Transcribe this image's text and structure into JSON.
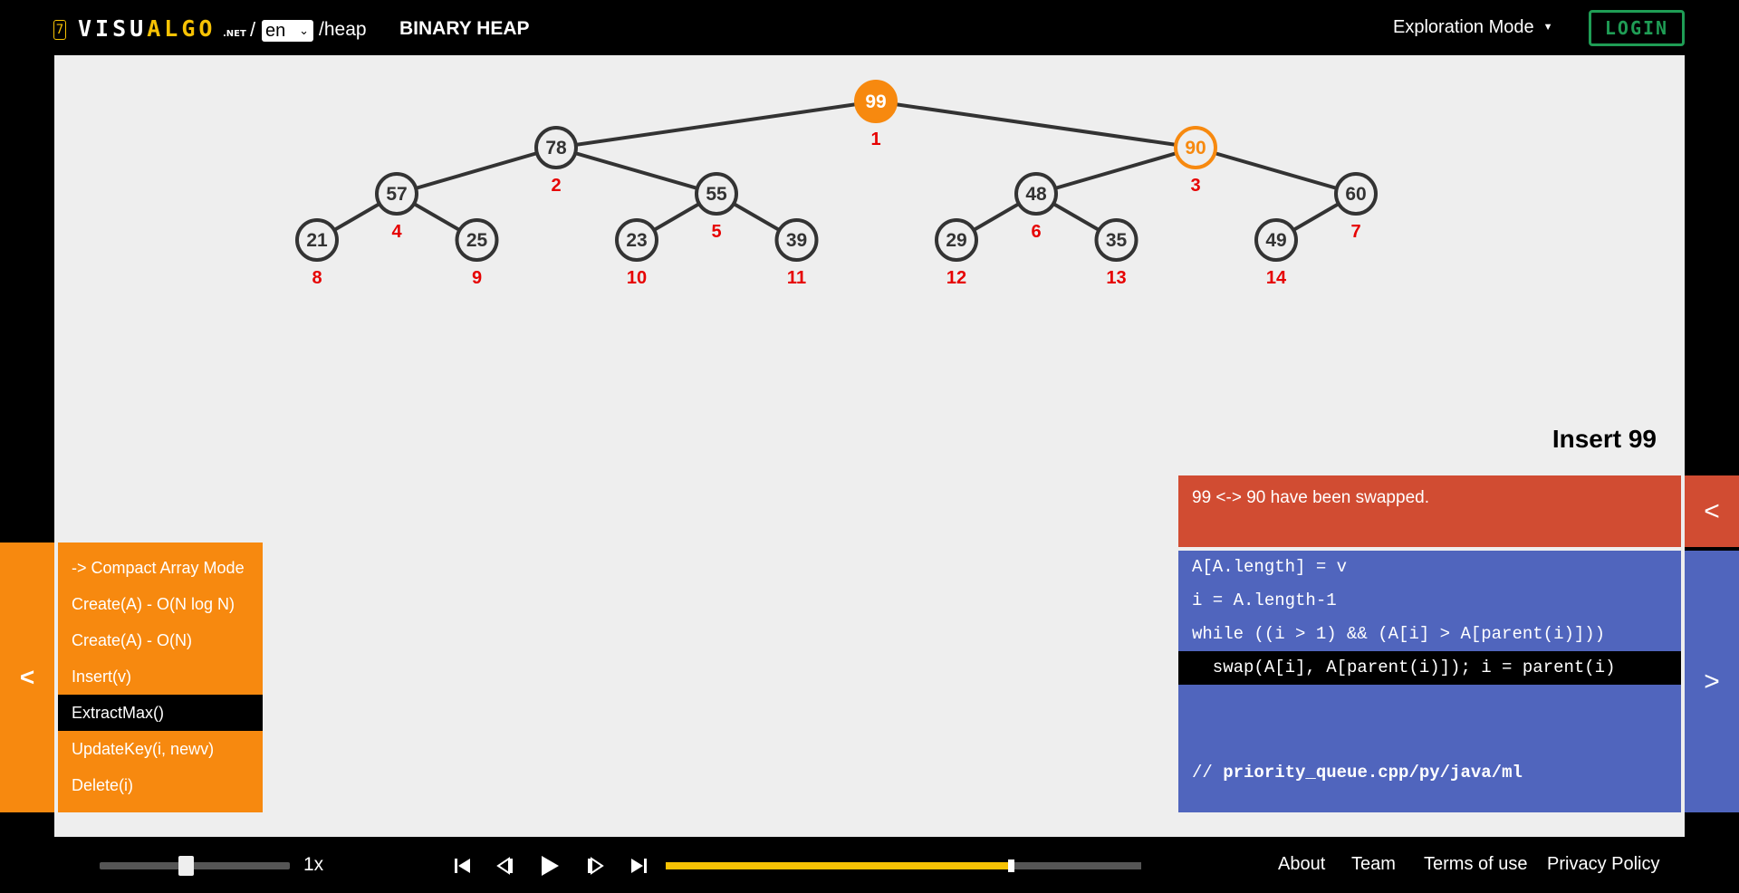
{
  "header": {
    "logo_badge": "7",
    "logo_parts": [
      "VISU",
      "ALGO"
    ],
    "logo_suffix": ".NET",
    "slash": "/",
    "language": "en",
    "path": "/heap",
    "title": "BINARY HEAP",
    "mode": "Exploration Mode",
    "login": "LOGIN",
    "login_color": "#1f9d55"
  },
  "heap": {
    "values": [
      99,
      78,
      90,
      57,
      55,
      48,
      60,
      21,
      25,
      23,
      39,
      29,
      35,
      49
    ],
    "highlight_filled_index": 1,
    "highlight_outline_index": 3,
    "highlight_color": "#f7890f",
    "index_color": "#e60000"
  },
  "status": {
    "title": "Insert 99",
    "message": "99 <-> 90 have been swapped.",
    "color": "#d14c32"
  },
  "code": {
    "lines": [
      "A[A.length] = v",
      "i = A.length-1",
      "while ((i > 1) && (A[i] > A[parent(i)]))",
      "  swap(A[i], A[parent(i)]); i = parent(i)"
    ],
    "active_line": 3,
    "footer_prefix": "// ",
    "footer_files": "priority_queue.cpp/py/java/ml",
    "color": "#5065bd"
  },
  "menu": {
    "toggle_label": "<",
    "items": [
      "-> Compact Array Mode",
      "Create(A) - O(N log N)",
      "Create(A) - O(N)",
      "Insert(v)",
      "ExtractMax()",
      "UpdateKey(i, newv)",
      "Delete(i)"
    ],
    "selected_index": 4,
    "color": "#f7890f"
  },
  "right_tabs": {
    "status_label": "<",
    "code_label": ">"
  },
  "playback": {
    "speed": "1x",
    "speed_fraction": 0.45,
    "progress_fraction": 0.72,
    "progress_color": "#f7c204"
  },
  "footer": {
    "links": [
      "About",
      "Team",
      "Terms of use",
      "Privacy Policy"
    ]
  }
}
